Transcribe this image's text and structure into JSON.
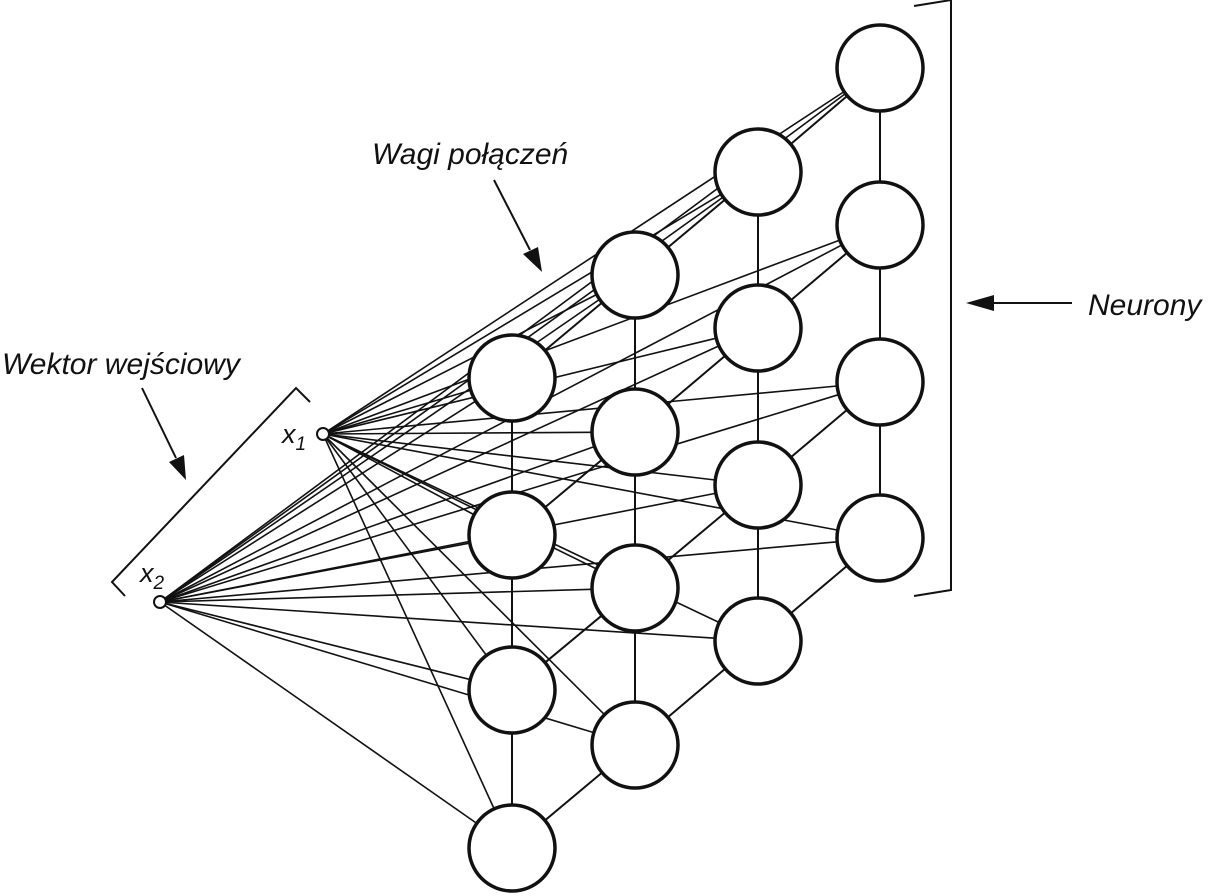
{
  "labels": {
    "input_vector": "Wektor wejściowy",
    "weights": "Wagi połączeń",
    "neurons": "Neurony",
    "x1_var": "x",
    "x1_sub": "1",
    "x2_var": "x",
    "x2_sub": "2"
  },
  "colors": {
    "stroke": "#111111",
    "background": "#ffffff"
  }
}
